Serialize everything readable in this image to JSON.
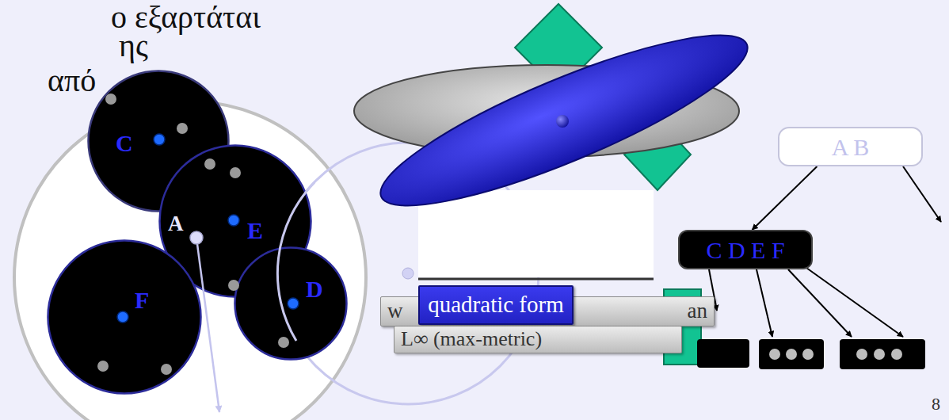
{
  "diagram": {
    "nodes": [
      {
        "text": [
          "C"
        ]
      },
      {
        "text": [
          "E"
        ]
      },
      {
        "text": [
          "F"
        ]
      },
      {
        "text": [
          "D"
        ]
      },
      {
        "text": [
          "A B"
        ]
      },
      {
        "text": [
          "C D E F"
        ]
      },
      {
        "text": [
          "w",
          "an"
        ]
      },
      {
        "text": [
          "quadratic form"
        ]
      },
      {
        "text": [
          "L∞ (max-metric)"
        ]
      }
    ],
    "edges": [
      {
        "from": 4,
        "to": 5,
        "arrow": "to"
      }
    ],
    "labels": [
      "ο εξαρτάται",
      "ης",
      "από",
      "A",
      "8"
    ]
  }
}
